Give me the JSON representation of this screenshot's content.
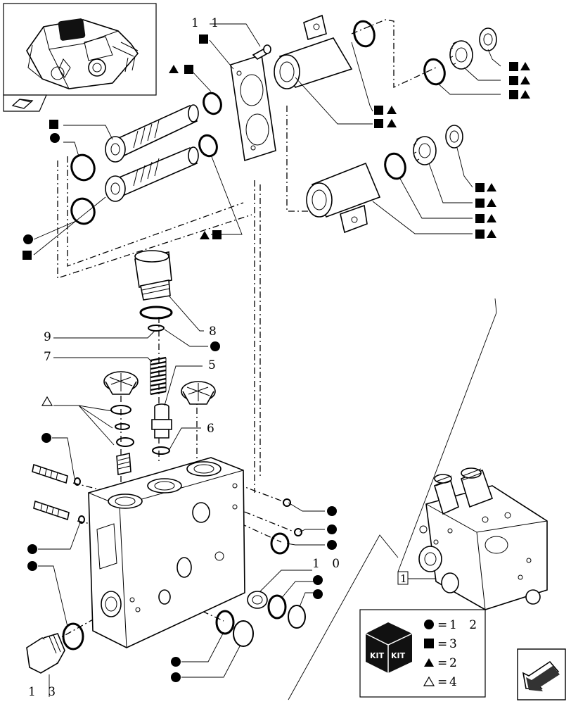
{
  "callouts": {
    "c11": "1 1",
    "c9": "9",
    "c8": "8",
    "c7": "7",
    "c5": "5",
    "c6": "6",
    "c10": "1 0",
    "c13": "1 3",
    "c1": "1"
  },
  "legend": {
    "circle_value": "1 2",
    "square_value": "3",
    "triangle_value": "2",
    "open_triangle_value": "4",
    "equals": "=",
    "kit_word": "KIT"
  },
  "icons": [
    "circle-marker",
    "square-marker",
    "triangle-marker",
    "open-triangle-marker",
    "kit-box-icon",
    "next-page-arrow-icon",
    "book-icon"
  ]
}
